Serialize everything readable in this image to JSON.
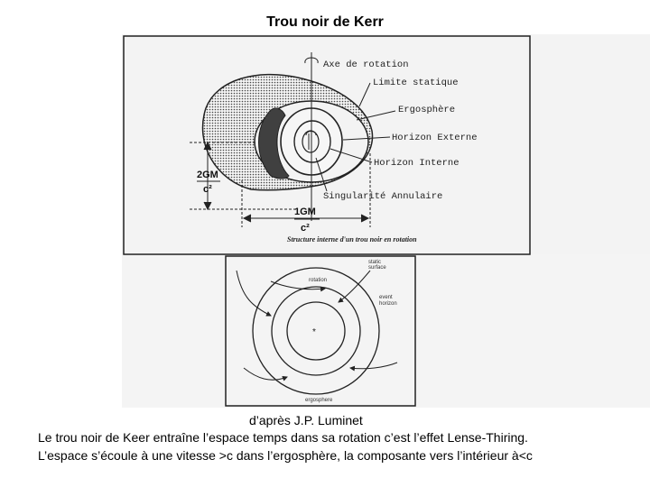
{
  "title": "Trou noir de Kerr",
  "top_diagram": {
    "labels": {
      "axis": "Axe de rotation",
      "static_limit": "Limite statique",
      "ergosphere": "Ergosphère",
      "outer_horizon": "Horizon Externe",
      "inner_horizon": "Horizon Interne",
      "ring_singularity": "Singularité Annulaire"
    },
    "dim_vertical_num": "2GM",
    "dim_vertical_den": "c²",
    "dim_horizontal_num": "1GM",
    "dim_horizontal_den": "c²",
    "caption": "Structure interne d'un trou noir en rotation"
  },
  "bottom_diagram": {
    "labels": {
      "static_surface_1": "static",
      "static_surface_2": "surface",
      "rotation": "rotation",
      "event_horizon_1": "event",
      "event_horizon_2": "horizon",
      "ergosphere": "ergosphere"
    }
  },
  "credit": "d’après J.P. Luminet",
  "body_lines": [
    "Le trou noir de Keer entraîne l’espace temps dans sa rotation c’est l’effet Lense-Thiring.",
    "L’espace s’écoule à une vitesse >c dans l’ergosphère, la composante vers l’intérieur à<c"
  ]
}
